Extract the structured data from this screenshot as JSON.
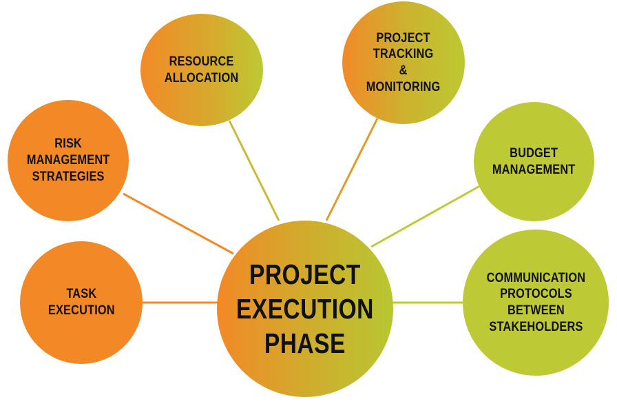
{
  "center": {
    "label": "PROJECT\nEXECUTION\nPHASE"
  },
  "nodes": {
    "resource_allocation": {
      "label": "RESOURCE\nALLOCATION"
    },
    "project_tracking": {
      "label": "PROJECT\nTRACKING\n&\nMONITORING"
    },
    "risk_management": {
      "label": "RISK\nMANAGEMENT\nSTRATEGIES"
    },
    "budget_management": {
      "label": "BUDGET\nMANAGEMENT"
    },
    "task_execution": {
      "label": "TASK\nEXECUTION"
    },
    "communication_protocols": {
      "label": "COMMUNICATION\nPROTOCOLS\nBETWEEN\nSTAKEHOLDERS"
    }
  },
  "colors": {
    "orange": "#f38826",
    "green": "#bdc935"
  }
}
